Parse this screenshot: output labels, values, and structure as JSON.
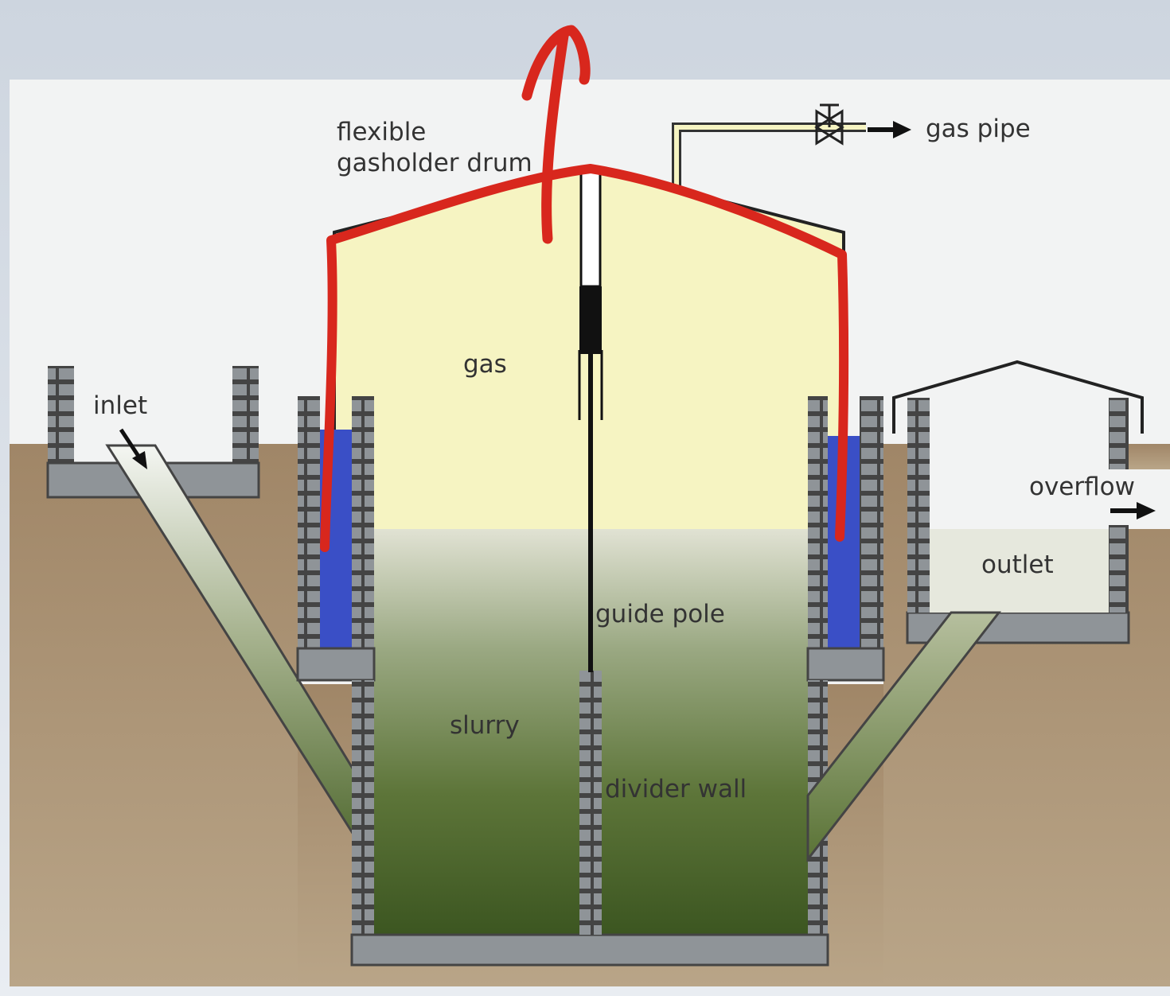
{
  "labels": {
    "flexible": "flexible",
    "gasholder_drum": "gasholder drum",
    "gas_pipe": "gas pipe",
    "gas": "gas",
    "inlet": "inlet",
    "overflow": "overflow",
    "outlet": "outlet",
    "guide_pole": "guide pole",
    "slurry": "slurry",
    "divider_wall": "divider wall"
  },
  "colors": {
    "soil": "#9c8466",
    "gas": "#f6f4c2",
    "slurry_top": "#dedfcc",
    "slurry_bottom": "#3f5a24",
    "water_seal": "#3a4fc6",
    "brick": "#8f9498",
    "annotation": "#d8271d"
  }
}
